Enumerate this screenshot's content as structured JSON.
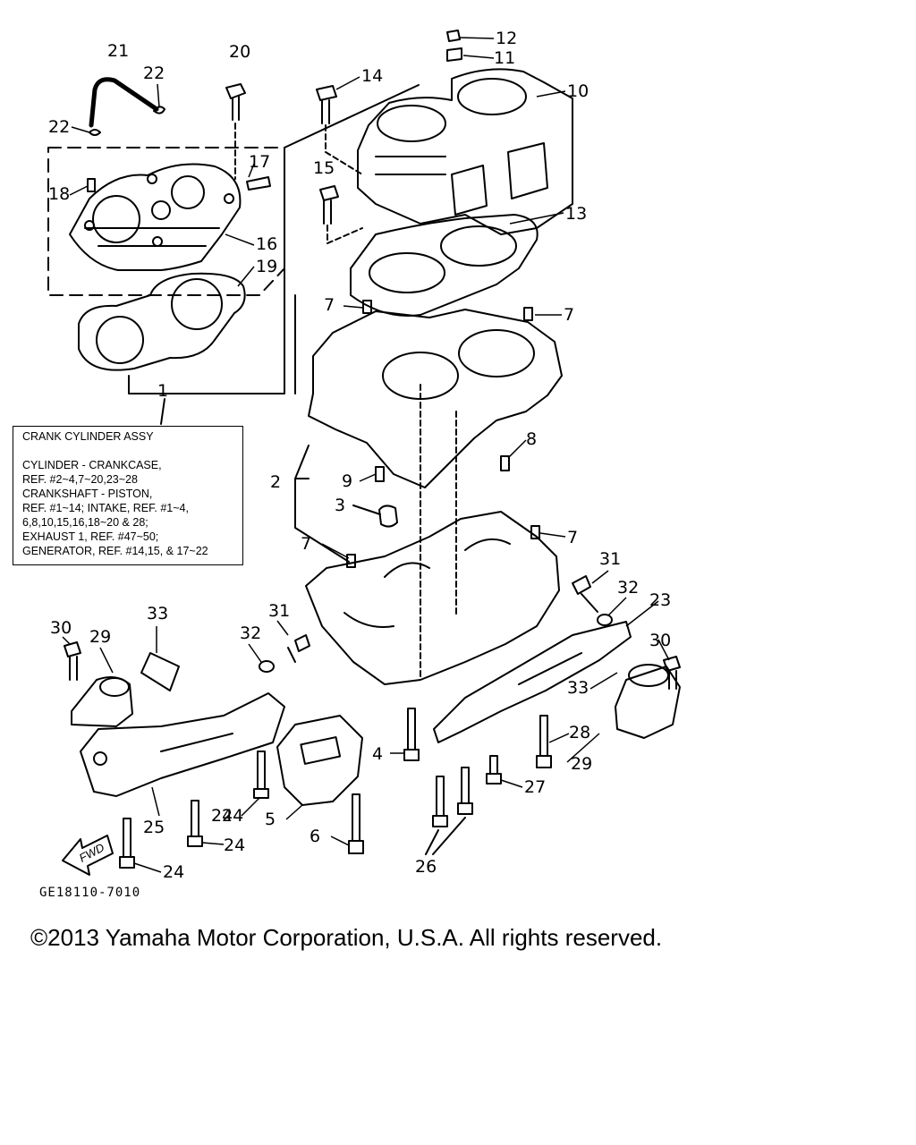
{
  "legend": {
    "title": "CRANK CYLINDER ASSY",
    "lines": [
      "CYLINDER - CRANKCASE,",
      "REF. #2~4,7~20,23~28",
      "CRANKSHAFT - PISTON,",
      "REF. #1~14; INTAKE, REF. #1~4,",
      "6,8,10,15,16,18~20 & 28;",
      "EXHAUST 1, REF. #47~50;",
      "GENERATOR, REF. #14,15, & 17~22"
    ]
  },
  "fwd_label": "FWD",
  "drawing_code": "GE18110-7010",
  "copyright": "©2013 Yamaha Motor Corporation, U.S.A. All rights reserved.",
  "callouts": [
    "1",
    "2",
    "3",
    "4",
    "5",
    "6",
    "7",
    "7",
    "7",
    "7",
    "8",
    "9",
    "10",
    "11",
    "12",
    "13",
    "14",
    "15",
    "16",
    "17",
    "18",
    "19",
    "20",
    "21",
    "22",
    "22",
    "23",
    "24",
    "24",
    "24",
    "24",
    "25",
    "26",
    "27",
    "28",
    "29",
    "29",
    "30",
    "30",
    "31",
    "31",
    "32",
    "32",
    "33",
    "33"
  ]
}
